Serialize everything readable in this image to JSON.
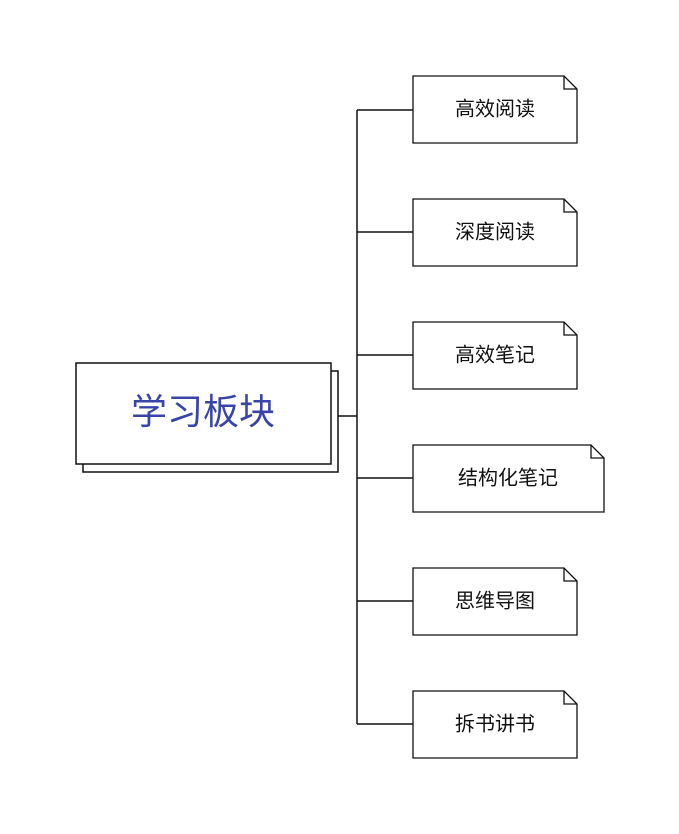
{
  "diagram": {
    "root": {
      "label": "学习板块",
      "text_color": "#3a44a8"
    },
    "children": [
      {
        "label": "高效阅读"
      },
      {
        "label": "深度阅读"
      },
      {
        "label": "高效笔记"
      },
      {
        "label": "结构化笔记"
      },
      {
        "label": "思维导图"
      },
      {
        "label": "拆书讲书"
      }
    ],
    "stroke_color": "#111111",
    "background": "#ffffff"
  }
}
